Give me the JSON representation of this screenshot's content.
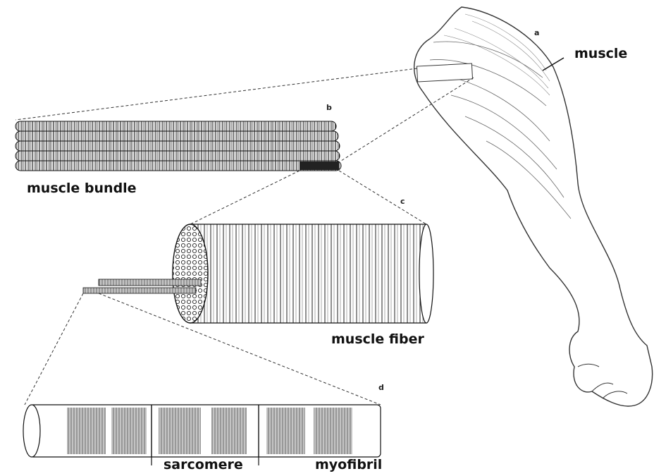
{
  "labels": {
    "muscle": "muscle",
    "muscle_bundle": "muscle bundle",
    "muscle_fiber": "muscle fiber",
    "sarcomere": "sarcomere",
    "myofibril": "myofibril"
  },
  "panel_letters": {
    "a": "a",
    "b": "b",
    "c": "c",
    "d": "d"
  }
}
